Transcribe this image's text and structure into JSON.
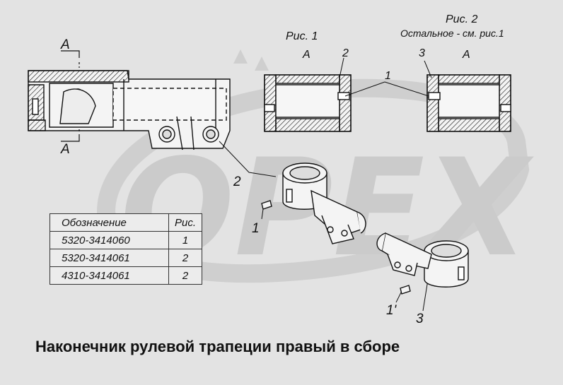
{
  "figure": {
    "caption": "Наконечник рулевой трапеции правый в сборе",
    "watermark": "OPEX",
    "section_marks": {
      "top": "A",
      "bottom": "A"
    },
    "fig1": {
      "title": "Рис. 1",
      "view": "А",
      "callout_2": "2"
    },
    "fig2": {
      "title": "Рис. 2",
      "note": "Остальное - см. рис.1",
      "view": "А",
      "callout_3": "3"
    },
    "callouts": {
      "shared_1": "1",
      "part_2": "2",
      "bolt_1": "1",
      "bolt_1_prime": "1'",
      "part_3": "3"
    },
    "table": {
      "headers": [
        "Обозначение",
        "Рис."
      ],
      "rows": [
        [
          "5320-3414060",
          "1"
        ],
        [
          "5320-3414061",
          "2"
        ],
        [
          "4310-3414061",
          "2"
        ]
      ]
    }
  },
  "colors": {
    "background": "#e3e3e3",
    "watermark": "#c9c9c9",
    "line": "#111111",
    "part_fill": "#f4f4f4"
  }
}
